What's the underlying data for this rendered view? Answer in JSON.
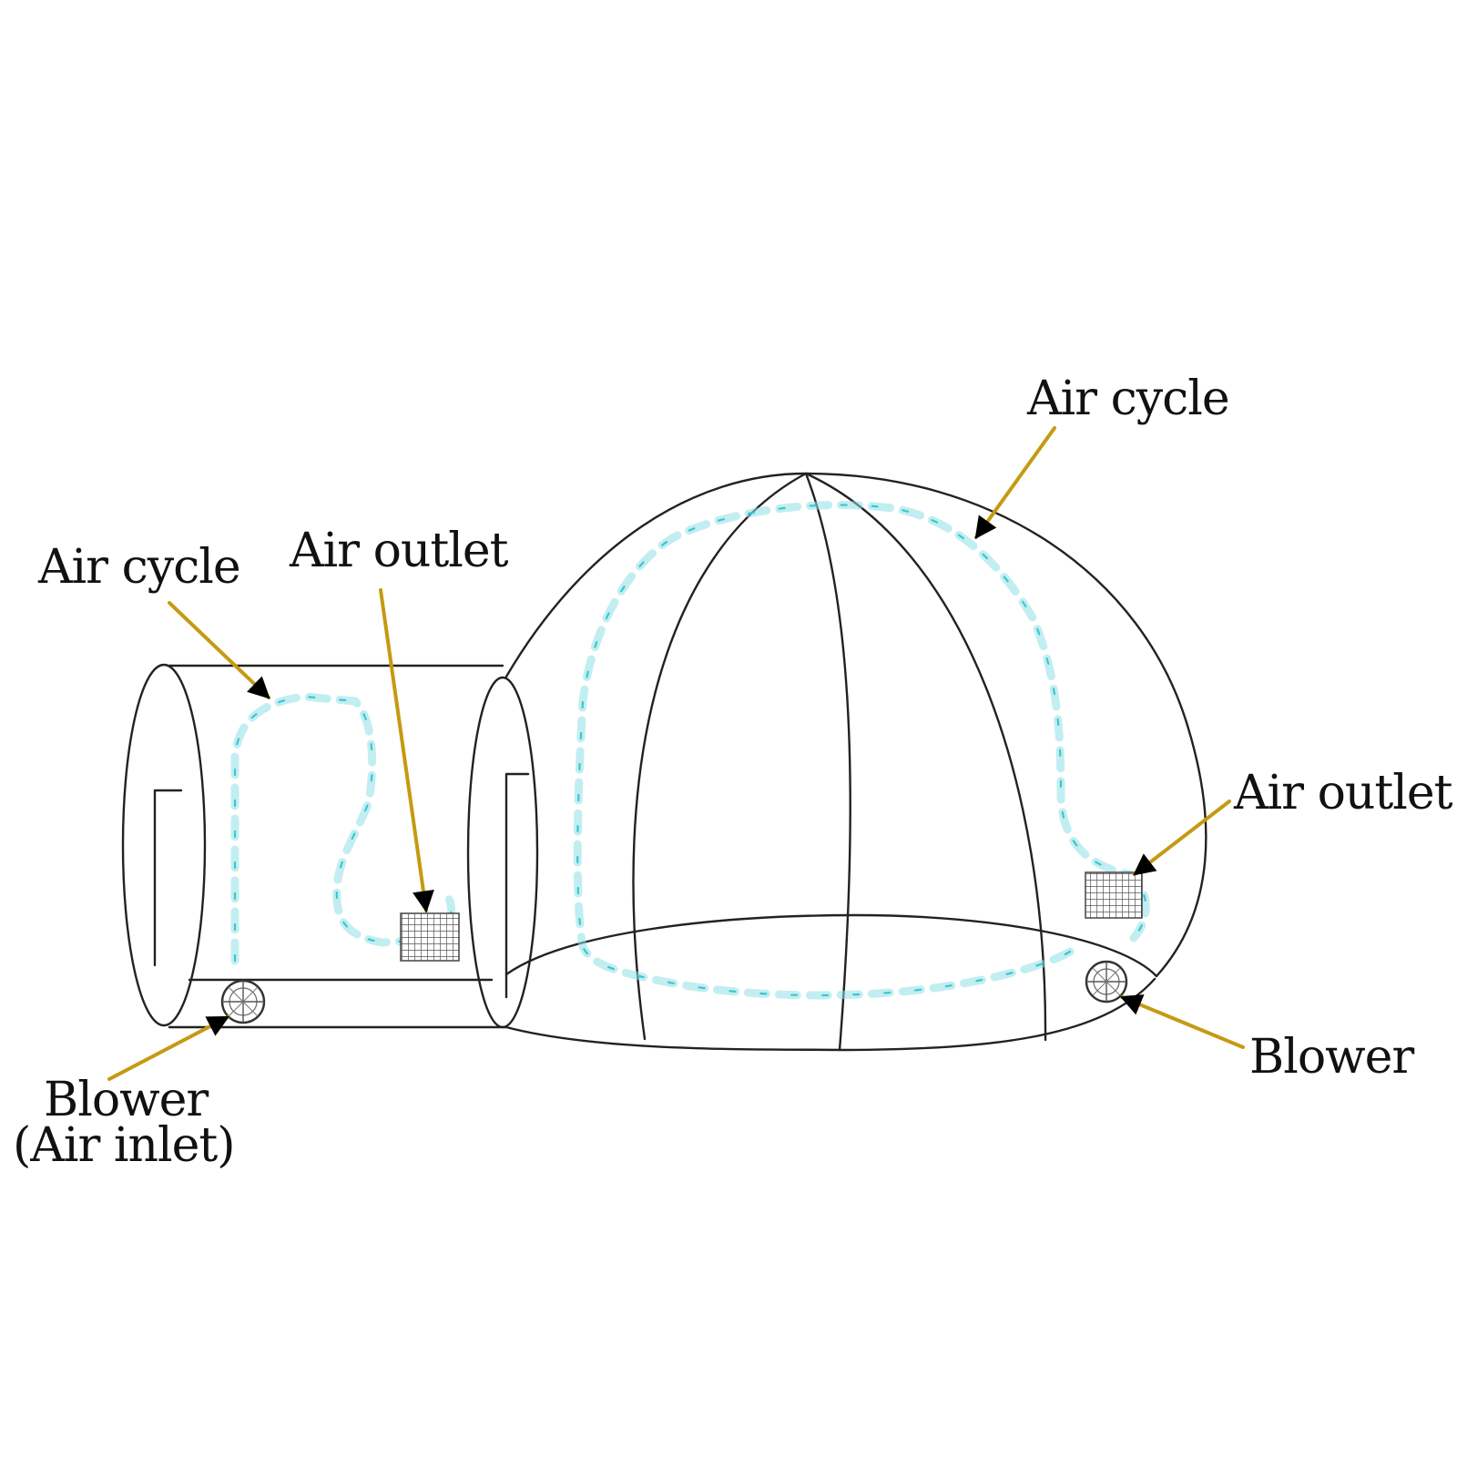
{
  "labels": {
    "air_cycle_dome": "Air cycle",
    "air_cycle_tunnel": "Air cycle",
    "air_outlet_tunnel": "Air outlet",
    "air_outlet_dome": "Air outlet",
    "blower_dome": "Blower",
    "blower_tunnel_line1": "Blower",
    "blower_tunnel_line2": "(Air inlet)"
  },
  "colors": {
    "outline": "#222222",
    "arrow": "#c59a12",
    "air_flow": "#8fe0e6",
    "air_flow_core": "#3cc6cf",
    "vent_grid": "#555555"
  }
}
